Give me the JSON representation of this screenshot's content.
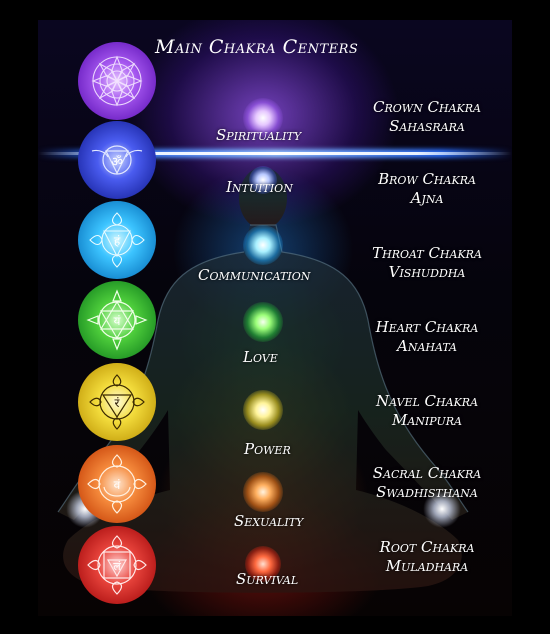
{
  "title": "Main Chakra Centers",
  "chakras": [
    {
      "key": "crown",
      "quality": "Spirituality",
      "name": "Crown Chakra",
      "sanskrit": "Sahasrara",
      "color": "#8a3ee0",
      "glow": "#c9a0ff",
      "glyph": ""
    },
    {
      "key": "brow",
      "quality": "Intuition",
      "name": "Brow Chakra",
      "sanskrit": "Ajna",
      "color": "#2a3ed6",
      "glow": "#7f9bff",
      "glyph": "ॐ"
    },
    {
      "key": "throat",
      "quality": "Communication",
      "name": "Throat Chakra",
      "sanskrit": "Vishuddha",
      "color": "#1aa4e0",
      "glow": "#8fe6ff",
      "glyph": "हं"
    },
    {
      "key": "heart",
      "quality": "Love",
      "name": "Heart Chakra",
      "sanskrit": "Anahata",
      "color": "#23a534",
      "glow": "#9df07a",
      "glyph": "यं"
    },
    {
      "key": "navel",
      "quality": "Power",
      "name": "Navel Chakra",
      "sanskrit": "Manipura",
      "color": "#e8c51c",
      "glow": "#fff4a0",
      "glyph": "रं"
    },
    {
      "key": "sacral",
      "quality": "Sexuality",
      "name": "Sacral Chakra",
      "sanskrit": "Swadhisthana",
      "color": "#e86214",
      "glow": "#ffb980",
      "glyph": "वं"
    },
    {
      "key": "root",
      "quality": "Survival",
      "name": "Root Chakra",
      "sanskrit": "Muladhara",
      "color": "#cc1b1b",
      "glow": "#ff8a8a",
      "glyph": "लं"
    }
  ]
}
